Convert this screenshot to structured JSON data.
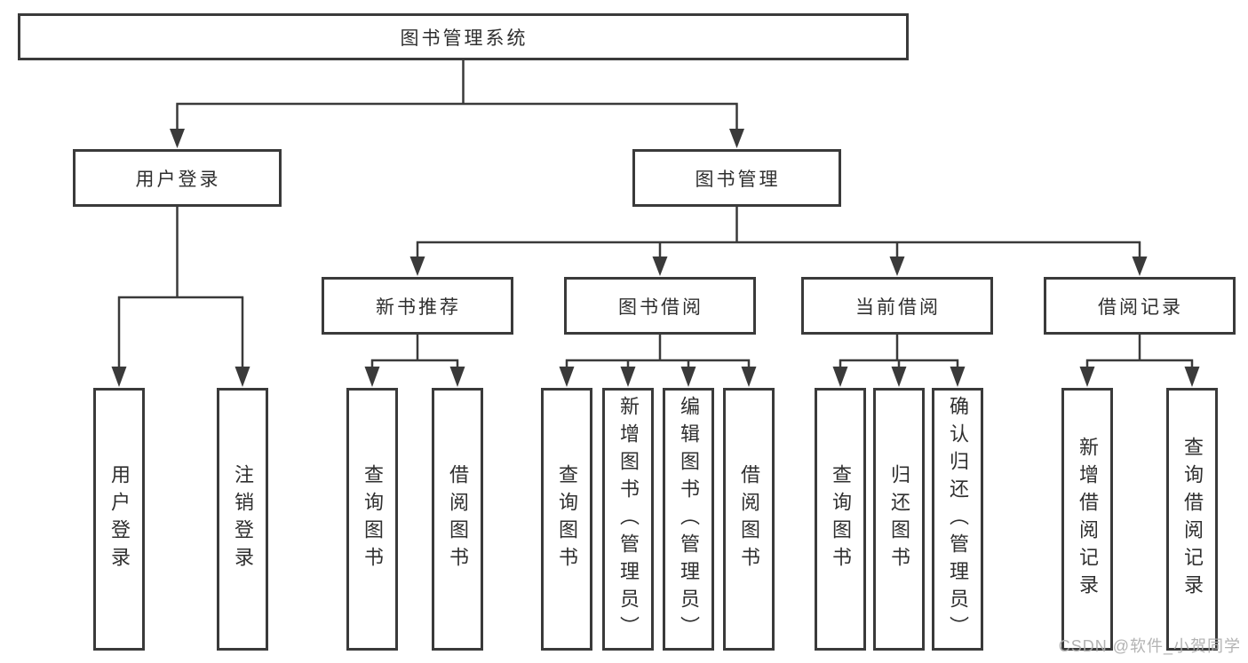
{
  "diagram": {
    "root": {
      "label": "图书管理系统"
    },
    "branches": [
      {
        "label": "用户登录",
        "children": [
          {
            "label": "用户登录"
          },
          {
            "label": "注销登录"
          }
        ]
      },
      {
        "label": "图书管理",
        "children": [
          {
            "label": "新书推荐",
            "children": [
              {
                "label": "查询图书"
              },
              {
                "label": "借阅图书"
              }
            ]
          },
          {
            "label": "图书借阅",
            "children": [
              {
                "label": "查询图书"
              },
              {
                "label": "新增图书（管理员）"
              },
              {
                "label": "编辑图书（管理员）"
              },
              {
                "label": "借阅图书"
              }
            ]
          },
          {
            "label": "当前借阅",
            "children": [
              {
                "label": "查询图书"
              },
              {
                "label": "归还图书"
              },
              {
                "label": "确认归还（管理员）"
              }
            ]
          },
          {
            "label": "借阅记录",
            "children": [
              {
                "label": "新增借阅记录"
              },
              {
                "label": "查询借阅记录"
              }
            ]
          }
        ]
      }
    ]
  },
  "watermark": {
    "text": "CSDN @软件_小贺同学"
  },
  "colors": {
    "line": "#3a3a3a",
    "box_border": "#3a3a3a",
    "box_background": "#ffffff",
    "text": "#2f2f2f",
    "watermark": "#adadad"
  }
}
